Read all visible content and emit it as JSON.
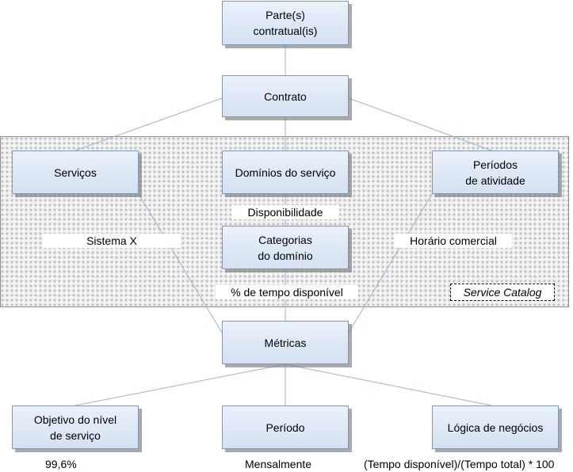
{
  "boxes": {
    "partes": "Parte(s)\ncontratual(is)",
    "contrato": "Contrato",
    "servicos": "Serviços",
    "dominios": "Domínios do serviço",
    "periodos": "Períodos\nde atividade",
    "categorias": "Categorias\ndo domínio",
    "metricas": "Métricas",
    "objetivo": "Objetivo do nível\nde serviço",
    "periodo": "Período",
    "logica": "Lógica de negócios"
  },
  "labels": {
    "disponibilidade": "Disponibilidade",
    "sistema_x": "Sistema X",
    "horario": "Horário comercial",
    "tempo_disponivel": "% de tempo disponível",
    "service_catalog": "Service Catalog"
  },
  "values": {
    "objetivo": "99,6%",
    "periodo": "Mensalmente",
    "logica": "(Tempo disponível)/(Tempo total) * 100"
  },
  "colors": {
    "box_border": "#7f98b8",
    "box_fill": "#dce7f4",
    "connector": "#9db3cf",
    "band_pattern": "#b9b9b9"
  }
}
